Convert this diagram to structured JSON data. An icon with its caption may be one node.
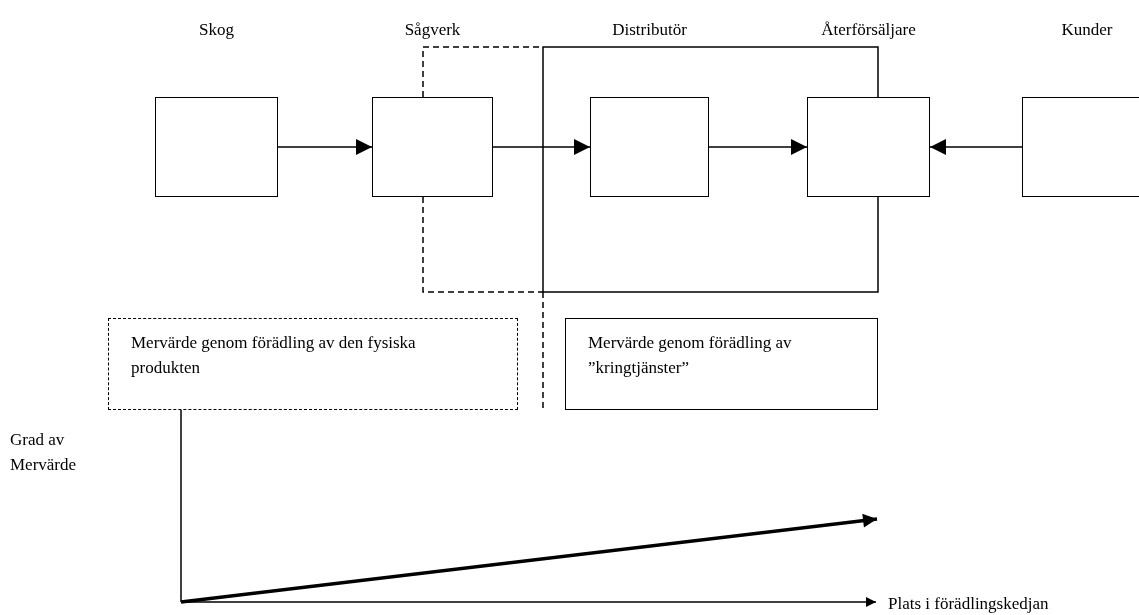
{
  "diagram": {
    "nodes": [
      {
        "text": [
          "Skog"
        ]
      },
      {
        "text": [
          "Sågverk"
        ]
      },
      {
        "text": [
          "Distributör"
        ]
      },
      {
        "text": [
          "Återförsäljare"
        ]
      },
      {
        "text": [
          "Kunder"
        ]
      },
      {
        "text": [
          "Mervärde genom förädling av den fysiska produkten"
        ]
      },
      {
        "text": [
          "Mervärde genom förädling av ”kringtjänster”"
        ]
      }
    ],
    "edges": [
      {
        "from": 0,
        "to": 1,
        "arrow": "to"
      },
      {
        "from": 1,
        "to": 2,
        "arrow": "to"
      },
      {
        "from": 2,
        "to": 3,
        "arrow": "to"
      },
      {
        "from": 4,
        "to": 3,
        "arrow": "to"
      }
    ],
    "labels": [
      "Grad av Mervärde",
      "Plats i förädlingskedjan"
    ]
  }
}
